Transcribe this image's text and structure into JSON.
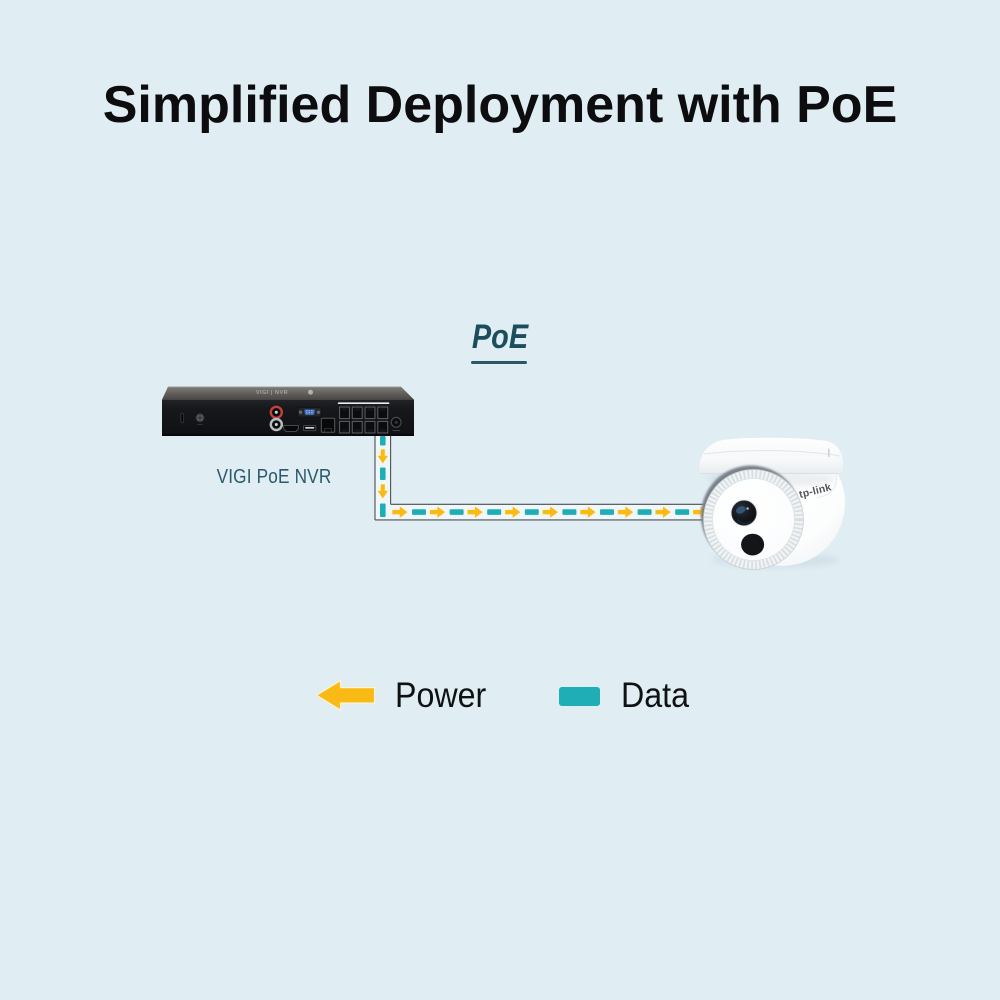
{
  "page": {
    "title": "Simplified Deployment with PoE"
  },
  "colors": {
    "background": "#e0eef4",
    "title": "#0d0d0f",
    "teal": "#1fadb6",
    "yellow": "#f9ba16",
    "dark_teal_text": "#1b4d5d",
    "nvr_label": "#29596b",
    "cable_outline": "#4d4f52"
  },
  "diagram": {
    "poe_tag": {
      "label": "PoE"
    },
    "nvr": {
      "label": "VIGI PoE NVR",
      "top_logo": "VIGI | NVR",
      "ports": "8 PoE ports"
    },
    "camera": {
      "brand": "tp-link"
    }
  },
  "legend": {
    "power": {
      "label": "Power",
      "symbol": "left-arrow"
    },
    "data": {
      "label": "Data",
      "symbol": "teal-dash"
    }
  }
}
